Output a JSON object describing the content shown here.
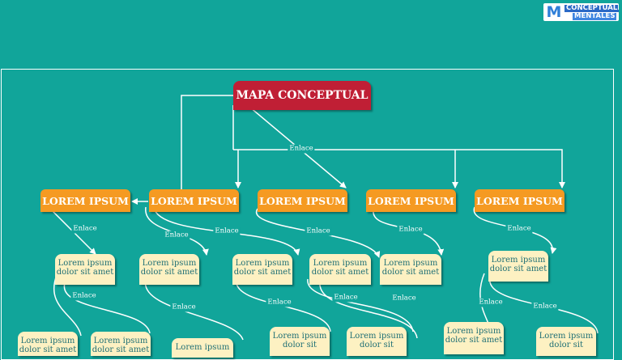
{
  "logo": {
    "mark": "M",
    "line1": "CONCEPTUALES",
    "line2": "MENTALES"
  },
  "root": {
    "title": "MAPA CONCEPTUAL"
  },
  "link_label": "Enlace",
  "branches": [
    {
      "label": "LOREM IPSUM"
    },
    {
      "label": "LOREM IPSUM"
    },
    {
      "label": "LOREM IPSUM"
    },
    {
      "label": "LOREM IPSUM"
    },
    {
      "label": "LOREM IPSUM"
    }
  ],
  "leaves": {
    "l1": "Lorem ipsum dolor sit amet",
    "l2": "Lorem ipsum dolor sit amet",
    "l3": "Lorem ipsum dolor sit amet",
    "l4": "Lorem ipsum dolor sit amet",
    "l5": "Lorem ipsum dolor sit amet",
    "l6": "Lorem ipsum dolor sit amet",
    "b1": "Lorem ipsum dolor sit amet",
    "b2": "Lorem ipsum dolor sit amet",
    "b3": "Lorem ipsum",
    "b4": "Lorem ipsum dolor sit",
    "b5": "Lorem ipsum dolor sit",
    "b6": "Lorem ipsum dolor sit amet",
    "b7": "Lorem ipsum dolor sit"
  },
  "colors": {
    "background": "#11a59a",
    "root": "#c01f35",
    "branch": "#f59a22",
    "leaf": "#fdf1c2",
    "leaf_text": "#1f6f75"
  }
}
